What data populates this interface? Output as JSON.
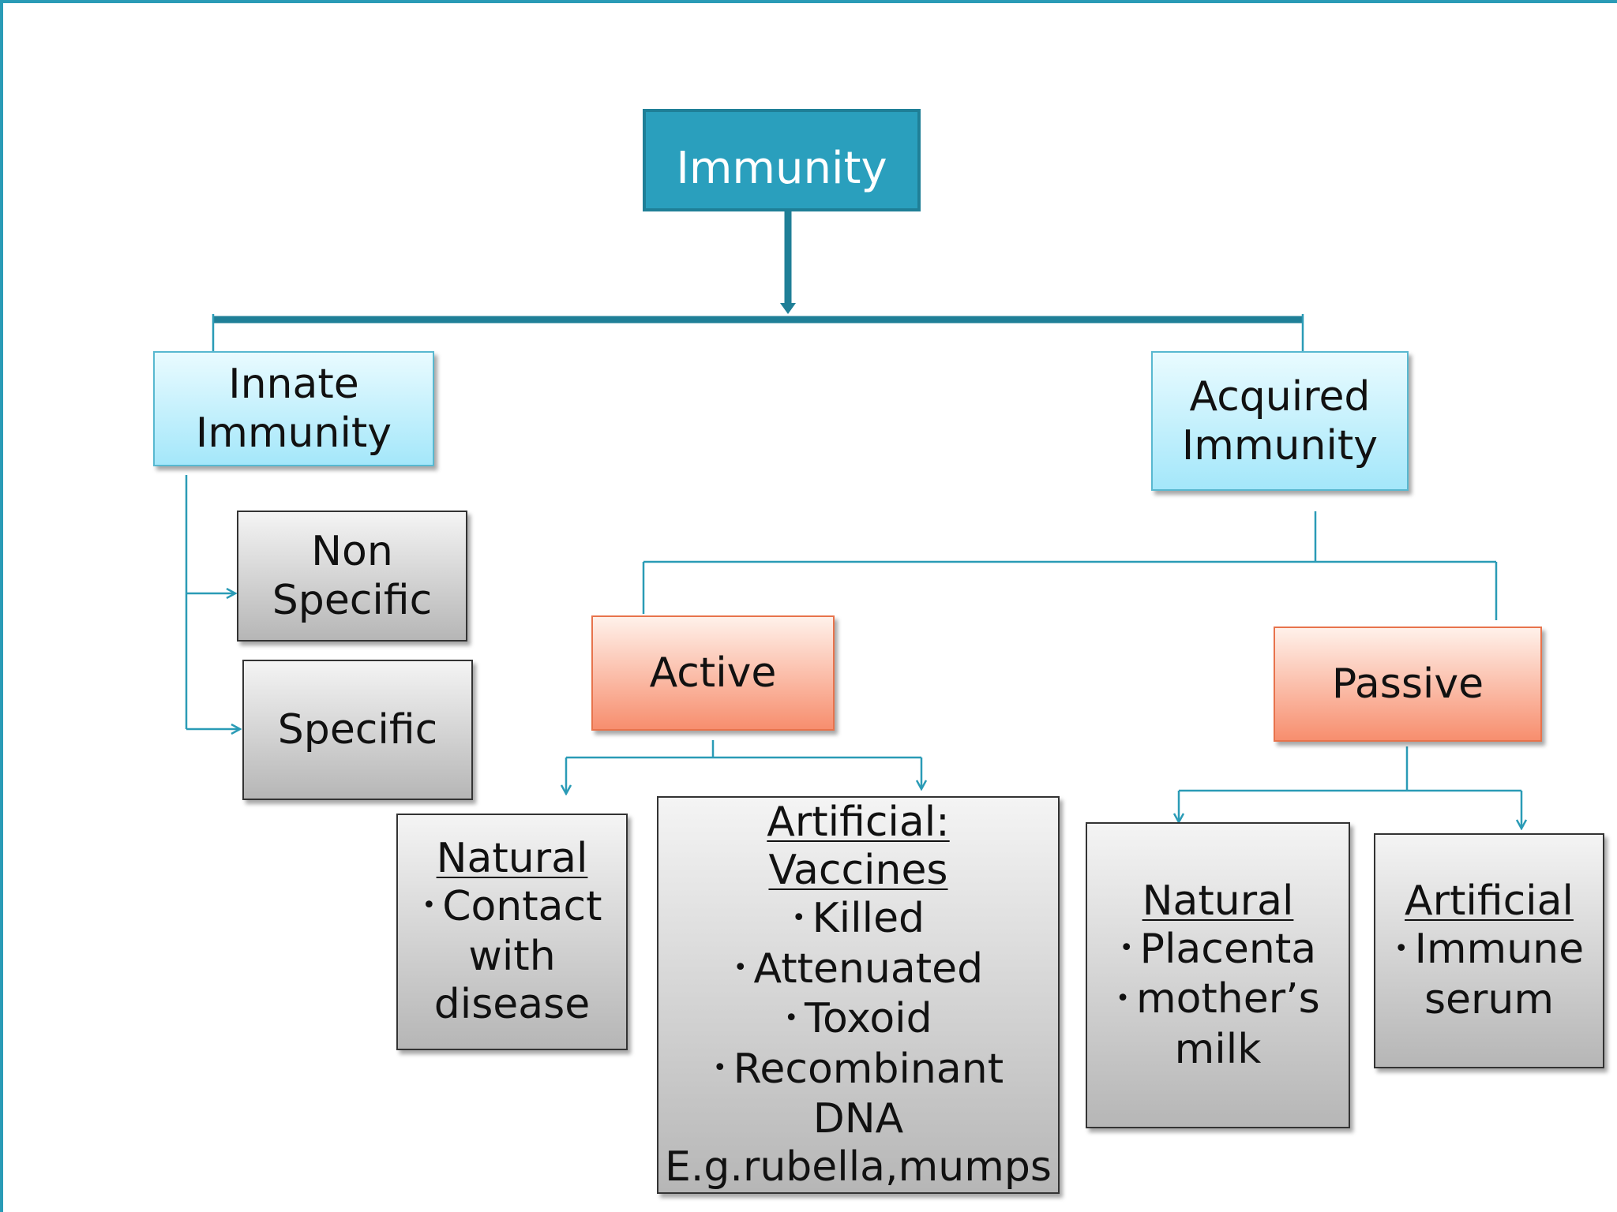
{
  "root": {
    "label": "Immunity"
  },
  "innate": {
    "label_line1": "Innate",
    "label_line2": "Immunity"
  },
  "acquired": {
    "label_line1": "Acquired",
    "label_line2": "Immunity"
  },
  "non_specific": {
    "line1": "Non",
    "line2": "Specific"
  },
  "specific": {
    "label": "Specific"
  },
  "active": {
    "label": "Active"
  },
  "passive": {
    "label": "Passive"
  },
  "active_natural": {
    "title": "Natural",
    "item1": "Contact",
    "item1_cont1": "with",
    "item1_cont2": "disease"
  },
  "active_artificial": {
    "title_line1": "Artificial:",
    "title_line2": "Vaccines",
    "items": [
      "Killed",
      "Attenuated",
      "Toxoid",
      "Recombinant"
    ],
    "item4_cont": "DNA",
    "example": "E.g.rubella,mumps"
  },
  "passive_natural": {
    "title": "Natural",
    "items": [
      "Placenta",
      "mother’s"
    ],
    "item2_cont": "milk"
  },
  "passive_artificial": {
    "title": "Artificial",
    "item1": "Immune",
    "item1_cont": "serum"
  },
  "colors": {
    "frame": "#2a9bb6",
    "root_fill": "#2a9fbd",
    "connector": "#2a9bb6",
    "main_bar": "#1f7f97"
  }
}
